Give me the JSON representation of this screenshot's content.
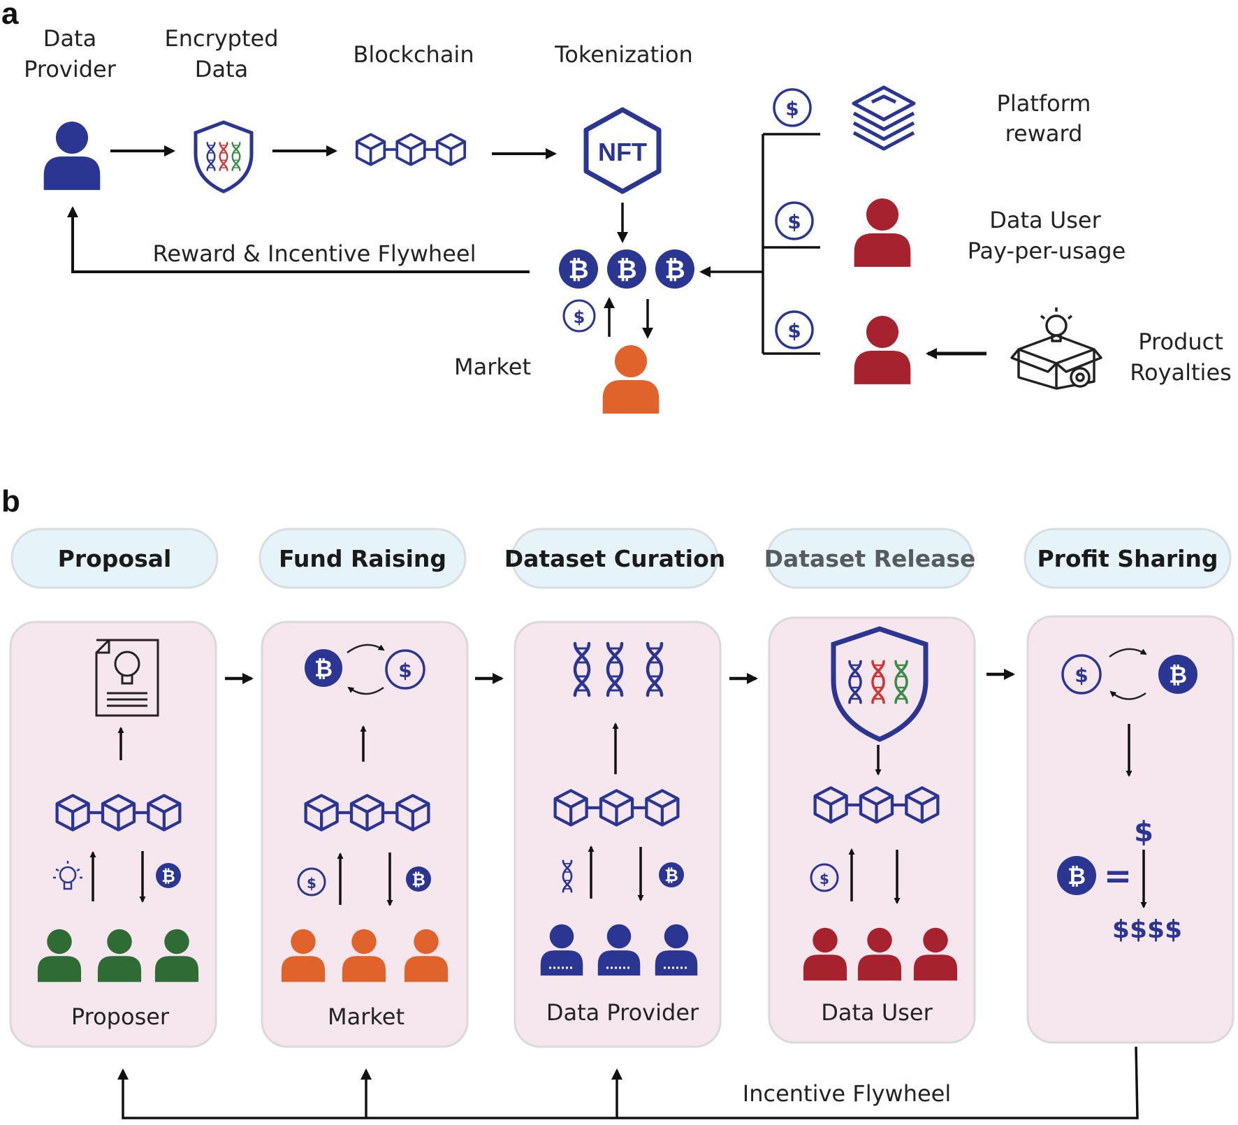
{
  "panel_a": {
    "letter": "a",
    "headers": {
      "data_provider": [
        "Data",
        "Provider"
      ],
      "encrypted_data": [
        "Encrypted",
        "Data"
      ],
      "blockchain": "Blockchain",
      "tokenization": "Tokenization"
    },
    "nft_label": "NFT",
    "flywheel_label": "Reward & Incentive Flywheel",
    "market_label": "Market",
    "platform_reward": [
      "Platform",
      "reward"
    ],
    "data_user": [
      "Data User",
      "Pay-per-usage"
    ],
    "product_royalties": [
      "Product",
      "Royalties"
    ],
    "currency_symbol": "$",
    "crypto_symbol": "₿"
  },
  "panel_b": {
    "letter": "b",
    "stages": [
      {
        "title": "Proposal",
        "actor": "Proposer",
        "color": "#2e6b35"
      },
      {
        "title": "Fund Raising",
        "actor": "Market",
        "color": "#e0632b"
      },
      {
        "title": "Dataset Curation",
        "actor": "Data Provider",
        "color": "#2b3592"
      },
      {
        "title": "Dataset Release",
        "actor": "Data User",
        "color": "#a7222f"
      },
      {
        "title": "Profit Sharing",
        "actor": "",
        "color": ""
      }
    ],
    "profit_small": "$",
    "profit_big": "$$$$",
    "equals": "=",
    "flywheel_label": "Incentive Flywheel"
  },
  "colors": {
    "blue": "#2b3592",
    "red": "#a7222f",
    "orange": "#e0632b",
    "green": "#2e6b35",
    "pill_fill": "#e6f4fa",
    "panel_fill": "#f6e6ee",
    "dna_red": "#c83a3a",
    "dna_green": "#3e8a4a"
  },
  "icons": [
    "person-icon",
    "shield-dna-icon",
    "blockchain-icon",
    "nft-icon",
    "bitcoin-icon",
    "dollar-coin-icon",
    "layers-icon",
    "product-box-icon",
    "document-bulb-icon",
    "dna-icon",
    "lightbulb-icon",
    "exchange-arrows-icon"
  ]
}
